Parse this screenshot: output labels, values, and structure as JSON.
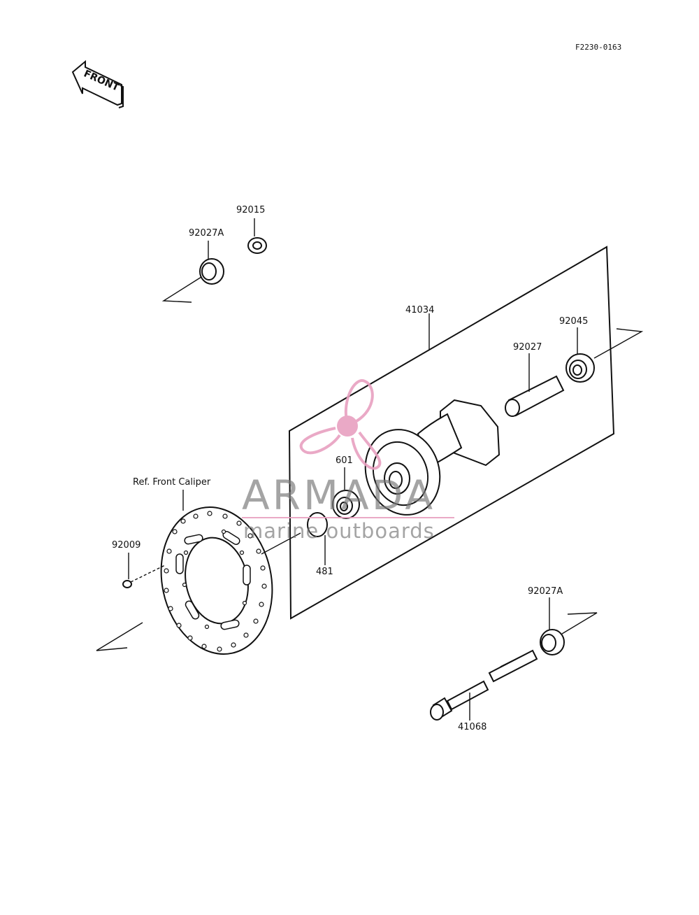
{
  "diagram_code": "F2230-0163",
  "front_label": "FRONT",
  "watermark": {
    "brand": "ARMADA",
    "tagline": "marine outboards",
    "color": "#e8a0c0",
    "text_color": "#7a7a7a"
  },
  "callouts": {
    "p92015": "92015",
    "p92027A_top": "92027A",
    "p41034": "41034",
    "p92045": "92045",
    "p92027": "92027",
    "p601": "601",
    "ref_caliper": "Ref. Front Caliper",
    "p92009": "92009",
    "p481": "481",
    "p92027A_bottom": "92027A",
    "p41068": "41068"
  }
}
